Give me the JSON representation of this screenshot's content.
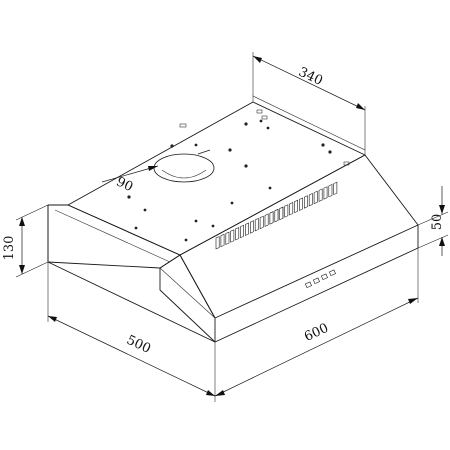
{
  "dimensions": {
    "depth_top": "340",
    "duct_diameter": "90",
    "height_total": "130",
    "height_front": "50",
    "depth": "500",
    "width": "600"
  },
  "colors": {
    "line": "#1a1a1a",
    "background": "#ffffff"
  }
}
